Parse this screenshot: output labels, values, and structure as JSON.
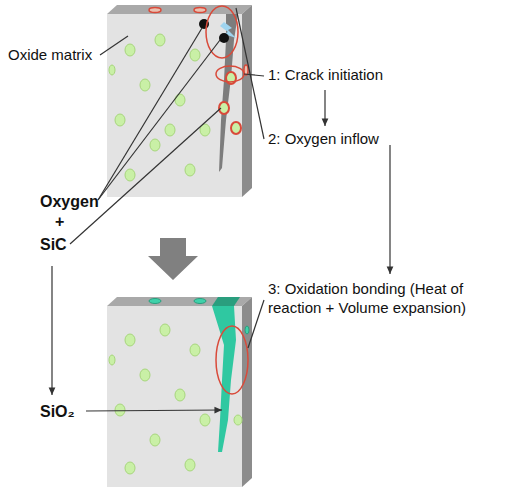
{
  "diagram": {
    "labels": [
      "Oxide matrix",
      "Oxygen",
      "+",
      "SiC",
      "SiO₂",
      "1: Crack initiation",
      "2: Oxygen inflow",
      "3: Oxidation bonding (Heat of reaction + Volume expansion)"
    ]
  }
}
